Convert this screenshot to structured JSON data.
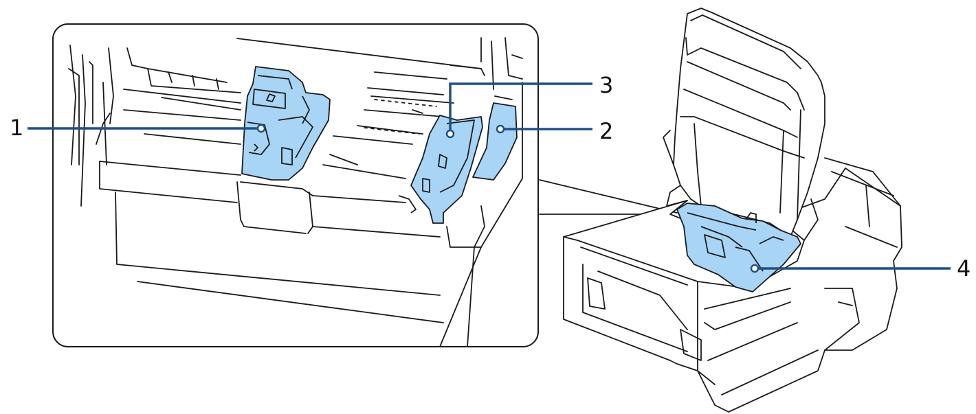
{
  "diagram": {
    "callouts": [
      {
        "id": "1",
        "label": "1"
      },
      {
        "id": "2",
        "label": "2"
      },
      {
        "id": "3",
        "label": "3"
      },
      {
        "id": "4",
        "label": "4"
      }
    ],
    "colors": {
      "part_fill": "#a8d4f5",
      "leader_line": "#1f4f86",
      "outline": "#1a1a1a",
      "background": "#ffffff"
    }
  }
}
